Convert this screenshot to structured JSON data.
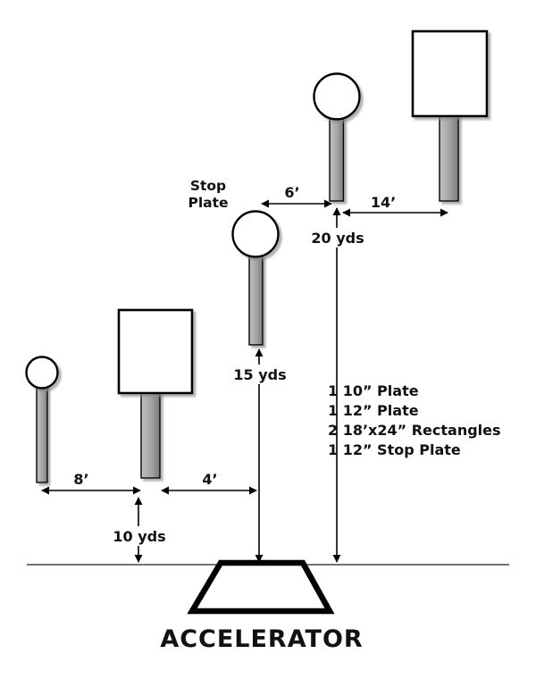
{
  "title": "ACCELERATOR",
  "stop_plate_label": {
    "line1": "Stop",
    "line2": "Plate"
  },
  "dimensions": {
    "d6": "6’",
    "d14": "14’",
    "d20yds": "20 yds",
    "d15yds": "15 yds",
    "d8": "8’",
    "d4": "4’",
    "d10yds": "10 yds"
  },
  "parts_list": [
    "1 10” Plate",
    "1 12” Plate",
    "2 18’x24” Rectangles",
    "1 12” Stop Plate"
  ],
  "colors": {
    "outline": "#000000",
    "target_fill": "#ffffff",
    "post_light": "#c2c2c2",
    "post_mid": "#a3a3a3",
    "post_dark": "#7c7c7c",
    "baseline": "#444444",
    "shadow": "#888888"
  }
}
